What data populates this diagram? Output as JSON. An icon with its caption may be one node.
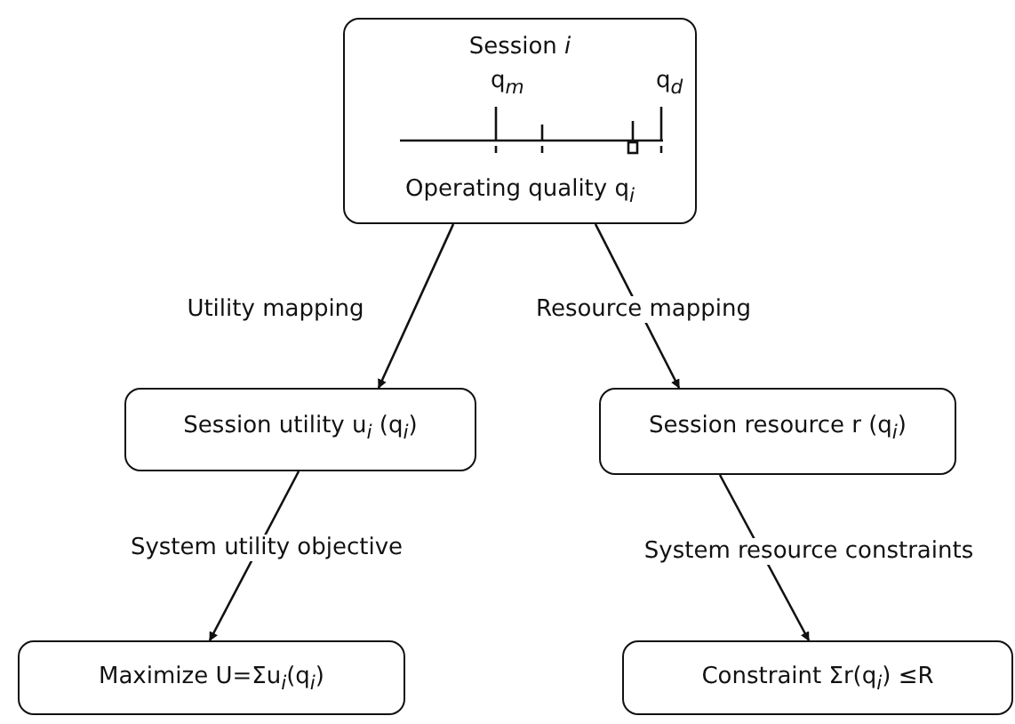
{
  "diagram": {
    "nodes": [
      {
        "text": [
          "Session *i*",
          "Operating quality q$_{i}$"
        ]
      },
      {
        "text": [
          "Session utility u$_{i}$ (q$_{i}$)"
        ]
      },
      {
        "text": [
          "Session resource r (q$_{i}$)"
        ]
      },
      {
        "text": [
          "Maximize U=Σu$_{i}$(q$_{i}$)"
        ]
      },
      {
        "text": [
          "Constraint Σr(q$_{i}$) ≤R"
        ]
      }
    ],
    "edges": [
      {
        "from": 0,
        "to": 1,
        "arrow": "to",
        "label": "Utility mapping"
      },
      {
        "from": 0,
        "to": 2,
        "arrow": "to",
        "label": "Resource mapping"
      },
      {
        "from": 1,
        "to": 3,
        "arrow": "to",
        "label": "System utility objective"
      },
      {
        "from": 2,
        "to": 4,
        "arrow": "to",
        "label": "System resource constraints"
      }
    ],
    "labels": [
      "q$_{m}$",
      "q$_{d}$"
    ]
  }
}
